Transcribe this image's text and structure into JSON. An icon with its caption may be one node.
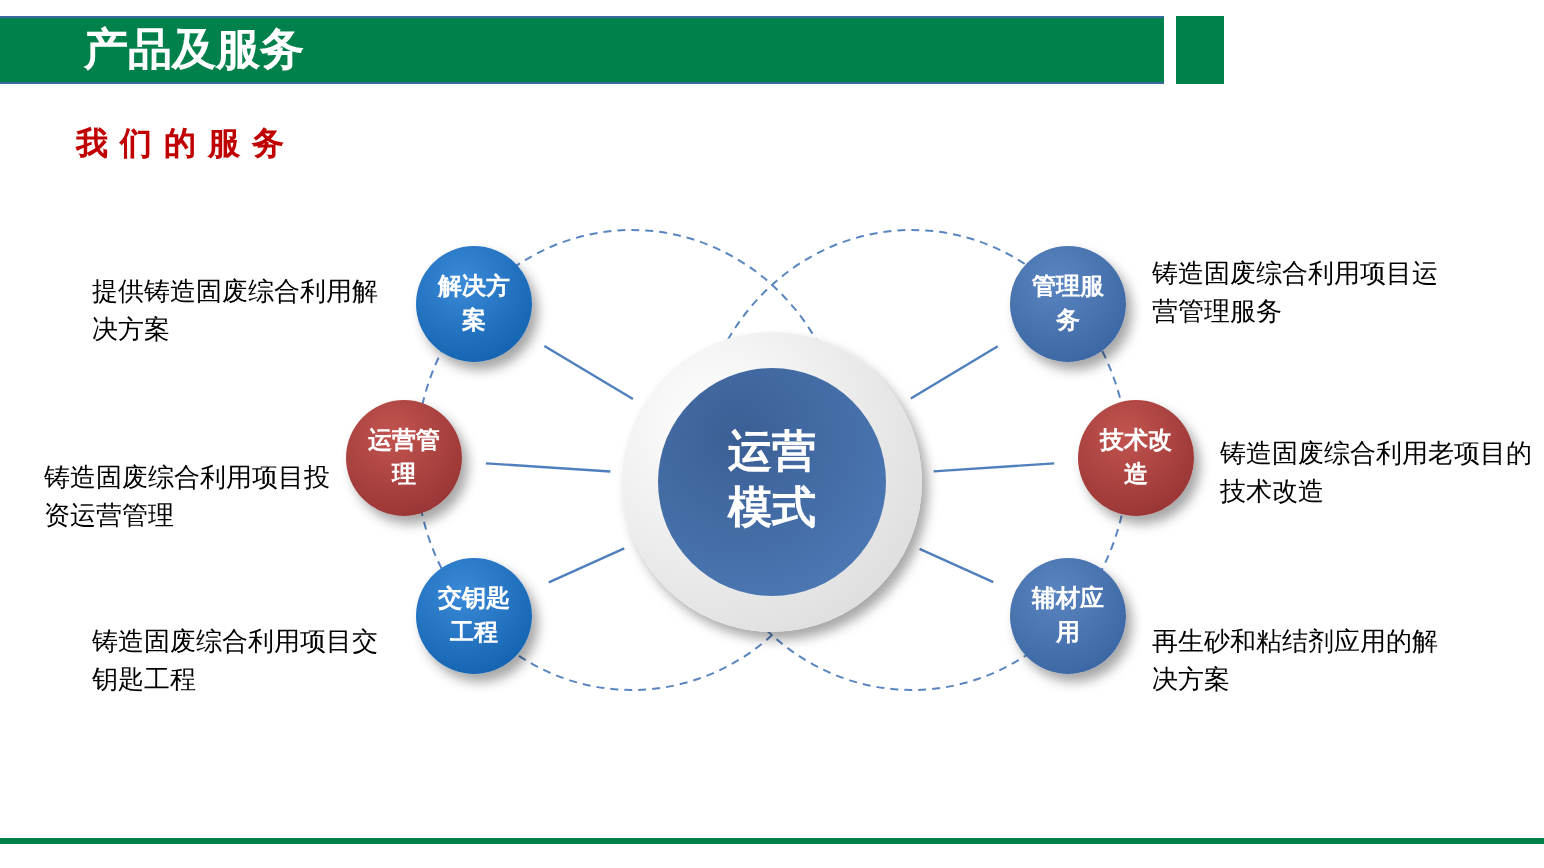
{
  "diagram": {
    "title": "产品及服务",
    "nodes": [
      {
        "text": [
          "运营模式"
        ]
      },
      {
        "text": [
          "解决方案"
        ],
        "beside": [
          "提供铸造固废综合利用解决方案"
        ]
      },
      {
        "text": [
          "运营管理"
        ],
        "beside": [
          "铸造固废综合利用项目投资运营管理"
        ]
      },
      {
        "text": [
          "交钥匙工程"
        ],
        "beside": [
          "铸造固废综合利用项目交钥匙工程"
        ]
      },
      {
        "text": [
          "管理服务"
        ],
        "beside": [
          "铸造固废综合利用项目运营管理服务"
        ]
      },
      {
        "text": [
          "技术改造"
        ],
        "beside": [
          "铸造固废综合利用老项目的技术改造"
        ]
      },
      {
        "text": [
          "辅材应用"
        ],
        "beside": [
          "再生砂和粘结剂应用的解决方案"
        ]
      }
    ],
    "edges": [
      {
        "from": 1,
        "to": 0,
        "arrow": "none"
      },
      {
        "from": 2,
        "to": 0,
        "arrow": "none"
      },
      {
        "from": 3,
        "to": 0,
        "arrow": "none"
      },
      {
        "from": 4,
        "to": 0,
        "arrow": "none"
      },
      {
        "from": 5,
        "to": 0,
        "arrow": "none"
      },
      {
        "from": 6,
        "to": 0,
        "arrow": "none"
      }
    ],
    "labels": [
      "我们的服务"
    ]
  }
}
